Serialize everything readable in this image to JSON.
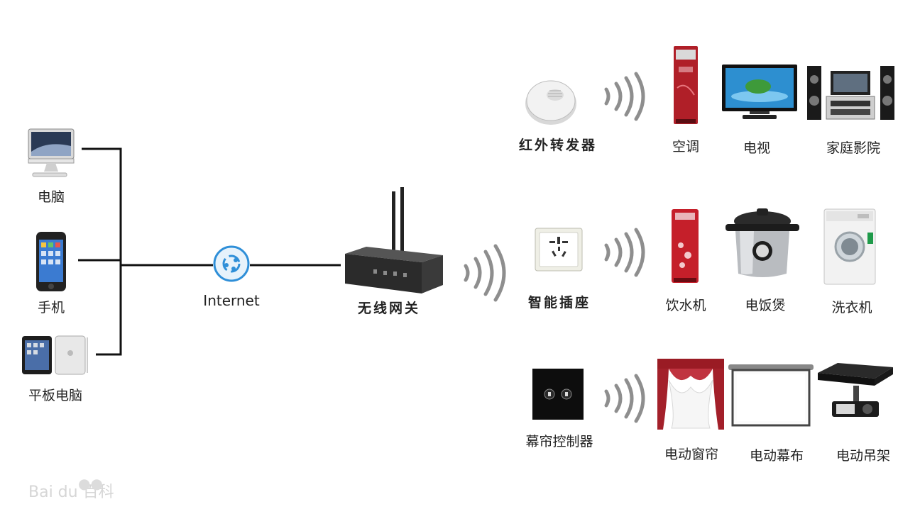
{
  "devices": {
    "computer": "电脑",
    "phone": "手机",
    "tablet": "平板电脑"
  },
  "internet": "Internet",
  "gateway": "无线网关",
  "controllers": {
    "ir": "红外转发器",
    "socket": "智能插座",
    "curtain": "幕帘控制器"
  },
  "appliances": {
    "ac": "空调",
    "tv": "电视",
    "home_theater": "家庭影院",
    "water_dispenser": "饮水机",
    "rice_cooker": "电饭煲",
    "washer": "洗衣机",
    "electric_curtain": "电动窗帘",
    "projection_screen": "电动幕布",
    "projector_mount": "电动吊架"
  },
  "watermark": "Bai du 百科"
}
